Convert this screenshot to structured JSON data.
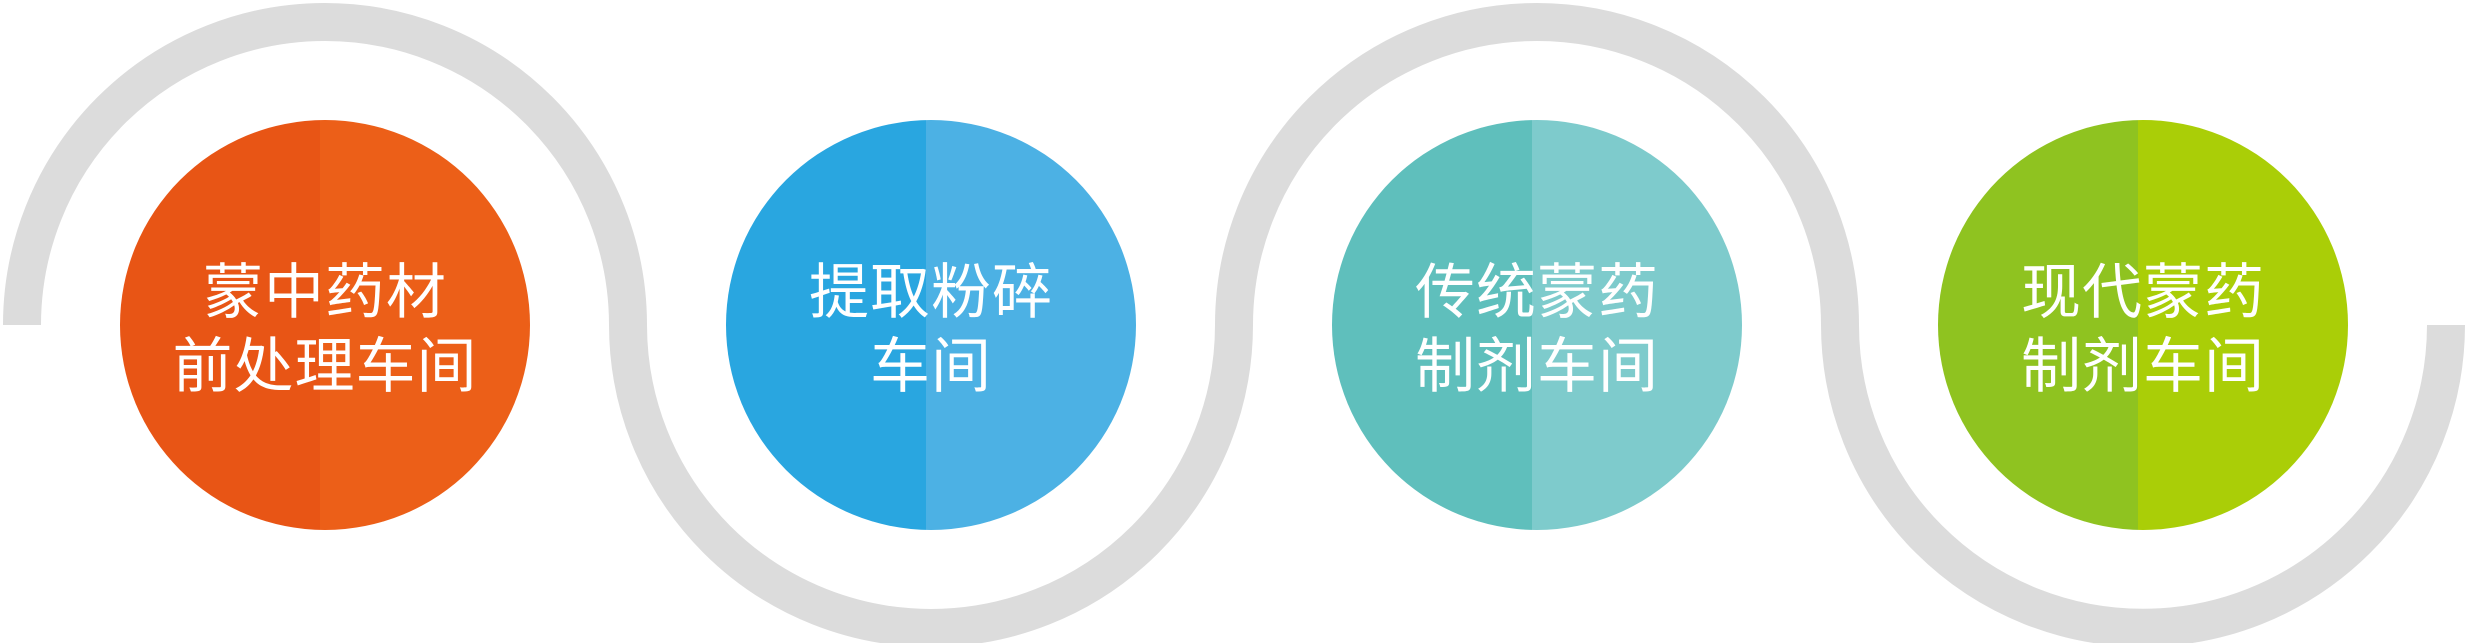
{
  "connector_color": "#DCDCDC",
  "steps": [
    {
      "line1": "蒙中药材",
      "line2": "前处理车间",
      "color_left": "#E85515",
      "color_right": "#EC5F18"
    },
    {
      "line1": "提取粉碎",
      "line2": "车间",
      "color_left": "#29A6E0",
      "color_right": "#4CB1E4"
    },
    {
      "line1": "传统蒙药",
      "line2": "制剂车间",
      "color_left": "#5FBFBC",
      "color_right": "#7ECBCC"
    },
    {
      "line1": "现代蒙药",
      "line2": "制剂车间",
      "color_left": "#8FC320",
      "color_right": "#AACE07"
    }
  ]
}
